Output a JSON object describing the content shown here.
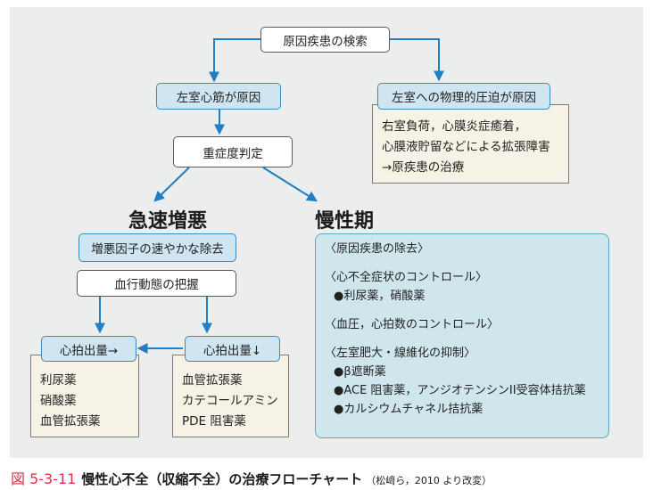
{
  "flowchart": {
    "root": "原因疾患の検索",
    "left_branch": "左室心筋が原因",
    "right_branch": "左室への物理的圧迫が原因",
    "right_details": [
      "右室負荷，心膜炎症癒着，",
      "心膜液貯留などによる拡張障害",
      "→原疾患の治療"
    ],
    "severity": "重症度判定",
    "acute": {
      "heading": "急速増悪",
      "step1": "増悪因子の速やかな除去",
      "step2": "血行動態の把握",
      "co_up": "心拍出量→",
      "co_up_drugs": [
        "利尿薬",
        "硝酸薬",
        "血管拡張薬"
      ],
      "co_down": "心拍出量↓",
      "co_down_drugs": [
        "血管拡張薬",
        "カテコールアミン",
        "PDE 阻害薬"
      ]
    },
    "chronic": {
      "heading": "慢性期",
      "sections": [
        {
          "title": "〈原因疾患の除去〉",
          "items": []
        },
        {
          "title": "〈心不全症状のコントロール〉",
          "items": [
            "●利尿薬，硝酸薬"
          ]
        },
        {
          "title": "〈血圧，心拍数のコントロール〉",
          "items": []
        },
        {
          "title": "〈左室肥大・線維化の抑制〉",
          "items": [
            "●β遮断薬",
            "●ACE 阻害薬，アンジオテンシンII受容体拮抗薬",
            "●カルシウムチャネル拮抗薬"
          ]
        }
      ]
    }
  },
  "caption": {
    "figure_number": "図 5-3-11",
    "title": "慢性心不全（収縮不全）の治療フローチャート",
    "source": "（松﨑ら，2010 より改変）"
  },
  "colors": {
    "panel": "#eceded",
    "arrow": "#1f7fc2",
    "blue_box": "#cfe6f2",
    "beige_box": "#f7f2e6",
    "chronic_panel": "#cfe6ed",
    "figure_number": "#d5334a"
  }
}
